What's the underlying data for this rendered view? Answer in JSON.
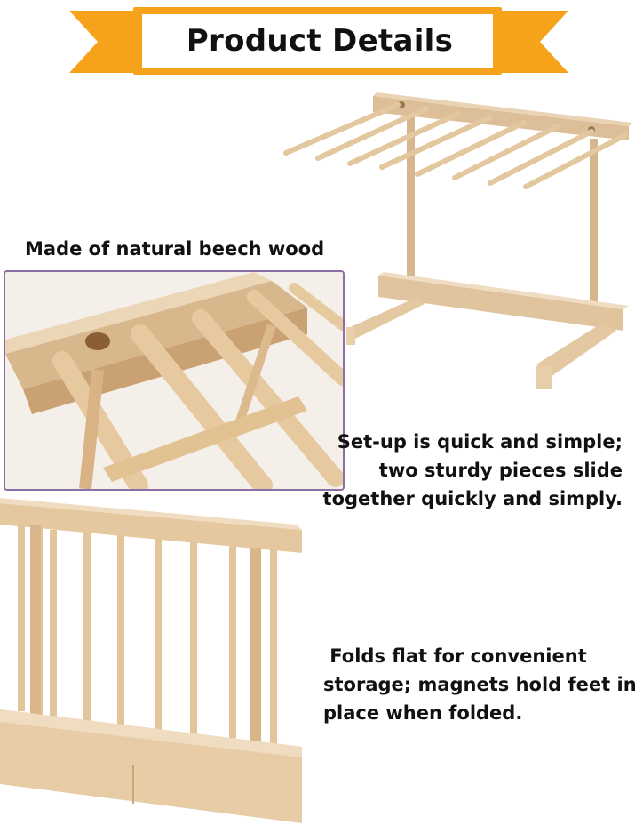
{
  "banner": {
    "title": "Product Details"
  },
  "captions": {
    "wood": "Made of natural beech wood",
    "setup": [
      "Set-up is quick and simple;",
      "two sturdy pieces slide",
      "together quickly and simply."
    ],
    "folds": [
      " Folds flat for convenient",
      "storage; magnets hold feet in",
      "place when folded."
    ]
  },
  "colors": {
    "banner_orange": "#f7a21b",
    "banner_inner": "#ffffff",
    "frame_border": "#8b6fa6",
    "wood_light": "#ead2b4",
    "wood_mid": "#dcbf98",
    "wood_dark": "#c9a67c"
  }
}
